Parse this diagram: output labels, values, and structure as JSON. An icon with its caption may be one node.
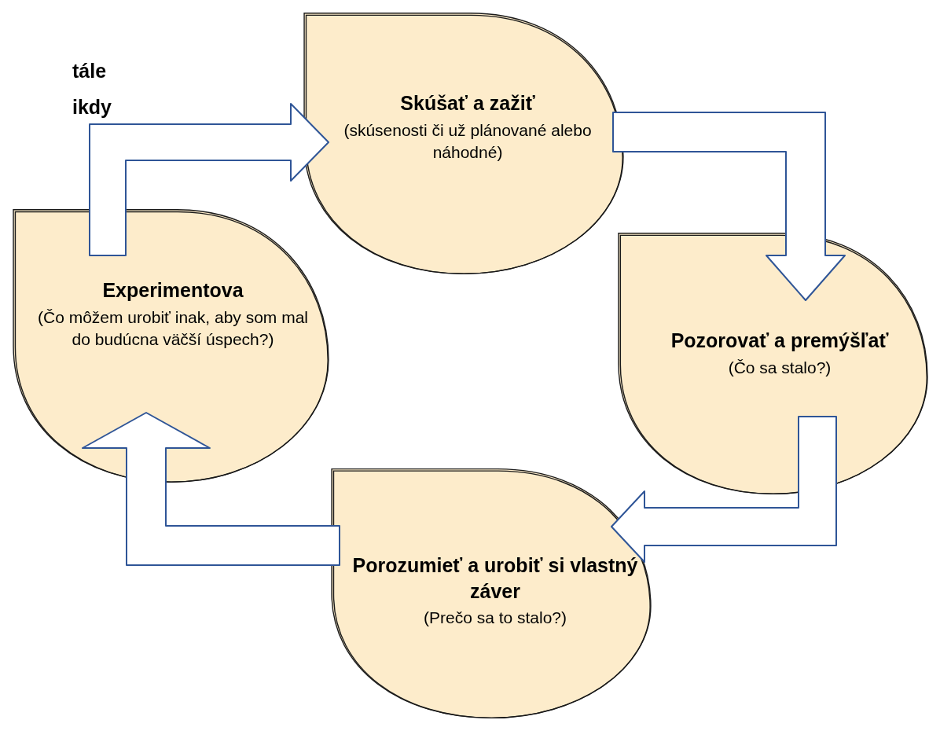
{
  "diagram": {
    "nodes": [
      {
        "text": [
          "Skúšať a zažiť",
          "(skúsenosti či už plánované alebo náhodné)"
        ]
      },
      {
        "text": [
          "Pozorovať a premýšľať",
          "(Čo sa stalo?)"
        ]
      },
      {
        "text": [
          "Porozumieť a urobiť si vlastný záver",
          "(Prečo sa to stalo?)"
        ]
      },
      {
        "text": [
          "Experimentova",
          "(Čo môžem urobiť inak, aby som mal do budúcna väčší úspech?)"
        ]
      }
    ],
    "edges": [
      {
        "from": 3,
        "to": 0,
        "arrow": "to"
      },
      {
        "from": 0,
        "to": 1,
        "arrow": "to"
      },
      {
        "from": 1,
        "to": 2,
        "arrow": "to"
      },
      {
        "from": 2,
        "to": 3,
        "arrow": "to"
      }
    ],
    "labels": [
      "tále",
      "ikdy"
    ]
  }
}
